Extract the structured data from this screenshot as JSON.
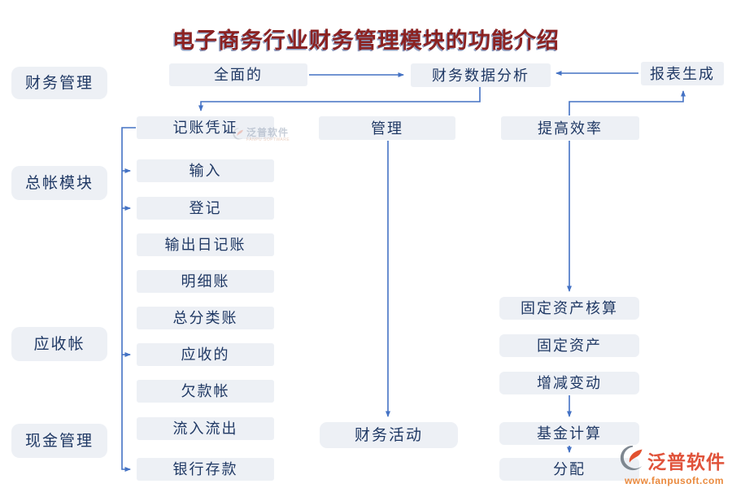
{
  "title": "电子商务行业财务管理模块的功能介绍",
  "colors": {
    "box_fill": "#edf0f5",
    "box_text": "#1f3864",
    "connector_blue": "#4472c4",
    "title_red": "#8b2222",
    "logo_red": "#e0523a",
    "logo_orange": "#ea8a3e"
  },
  "left_column": {
    "items": [
      "财务管理",
      "总帐模块",
      "应收帐",
      "现金管理"
    ]
  },
  "ledger_column": {
    "items": [
      "记账凭证",
      "输入",
      "登记",
      "输出日记账",
      "明细账",
      "总分类账",
      "应收的",
      "欠款帐",
      "流入流出",
      "银行存款"
    ]
  },
  "top_flow": {
    "comprehensive": "全面的",
    "analysis": "财务数据分析",
    "report": "报表生成"
  },
  "middle_flow": {
    "management": "管理",
    "activity": "财务活动"
  },
  "right_column": {
    "efficiency": "提高效率",
    "items": [
      "固定资产核算",
      "固定资产",
      "增减变动",
      "基金计算",
      "分配"
    ]
  },
  "edges": [
    {
      "from": "全面的",
      "to": "财务数据分析"
    },
    {
      "from": "报表生成",
      "to": "财务数据分析"
    },
    {
      "from": "财务数据分析",
      "to": "记账凭证"
    },
    {
      "from": "提高效率",
      "to": "报表生成"
    },
    {
      "from": "管理",
      "to": "财务活动"
    },
    {
      "from": "提高效率",
      "to": "固定资产核算"
    },
    {
      "from": "增减变动",
      "to": "基金计算"
    },
    {
      "from": "基金计算",
      "to": "分配"
    },
    {
      "from": "记账凭证",
      "to": "输入"
    },
    {
      "from": "记账凭证",
      "to": "登记"
    },
    {
      "from": "记账凭证",
      "to": "应收的"
    },
    {
      "from": "记账凭证",
      "to": "银行存款"
    }
  ],
  "watermark": {
    "name": "泛普软件",
    "subtext": "FANPU SOFTWARE"
  },
  "logo": {
    "name": "泛普软件",
    "site": "www.fanpusoft.com"
  }
}
